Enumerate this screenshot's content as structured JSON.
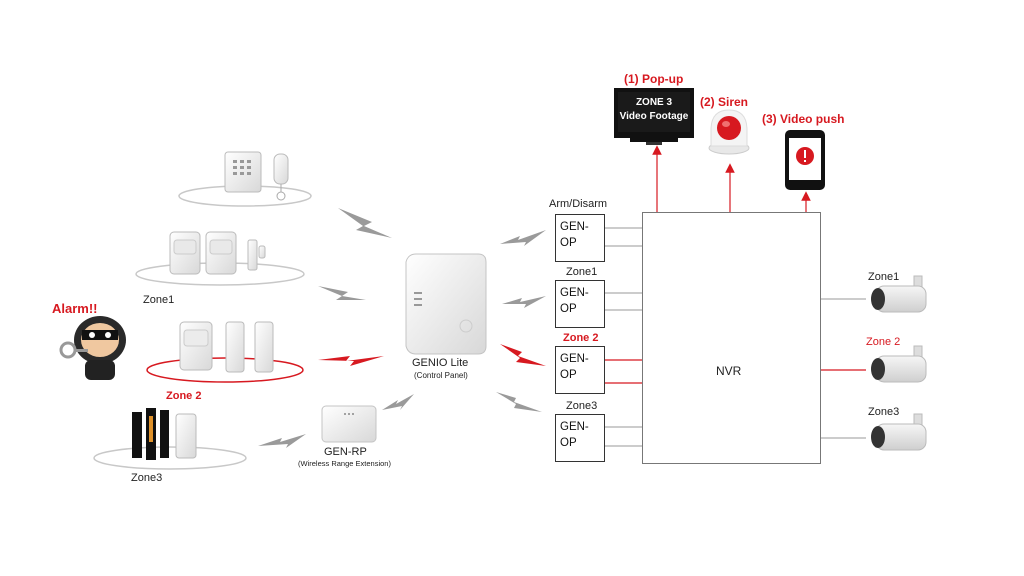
{
  "outputs": {
    "popup_label": "(1) Pop-up",
    "siren_label": "(2) Siren",
    "video_push_label": "(3) Video push",
    "monitor_line1": "ZONE 3",
    "monitor_line2": "Video Footage"
  },
  "left_side": {
    "alarm_label": "Alarm!!",
    "zone1_label": "Zone1",
    "zone2_label": "Zone 2",
    "zone3_label": "Zone3"
  },
  "control_panel": {
    "name": "GENIO Lite",
    "subtitle": "(Control Panel)"
  },
  "repeater": {
    "name": "GEN-RP",
    "subtitle": "(Wireless Range Extension)"
  },
  "relays": {
    "arm_disarm_label": "Arm/Disarm",
    "zone1_label": "Zone1",
    "zone2_label": "Zone 2",
    "zone3_label": "Zone3",
    "module_line1": "GEN-",
    "module_line2": "OP"
  },
  "nvr": {
    "label": "NVR"
  },
  "cameras": {
    "zone1_label": "Zone1",
    "zone2_label": "Zone 2",
    "zone3_label": "Zone3"
  },
  "colors": {
    "accent": "#d71920",
    "line": "#999999"
  }
}
